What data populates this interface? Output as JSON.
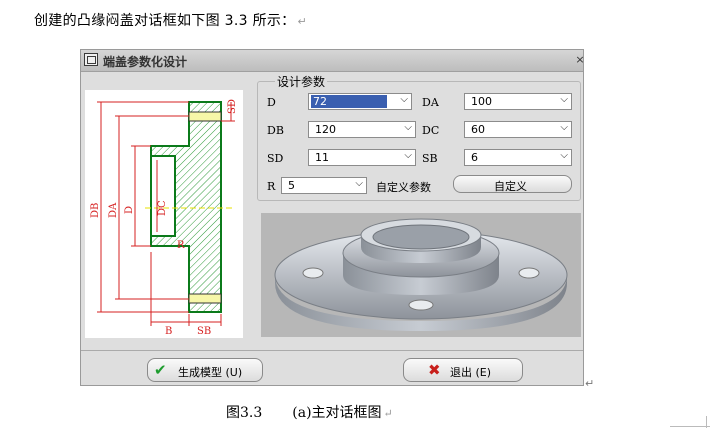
{
  "document": {
    "intro_text": "创建的凸缘闷盖对话框如下图 3.3 所示：",
    "para_mark": "↵",
    "caption_num": "图3.3",
    "caption_text": "(a)主对话框图",
    "return_mark": "↵"
  },
  "dialog": {
    "title": "端盖参数化设计",
    "close_label": "×",
    "group_title": "设计参数",
    "params": {
      "D": {
        "label": "D",
        "value": "72"
      },
      "DA": {
        "label": "DA",
        "value": "100"
      },
      "DB": {
        "label": "DB",
        "value": "120"
      },
      "DC": {
        "label": "DC",
        "value": "60"
      },
      "SD": {
        "label": "SD",
        "value": "11"
      },
      "SB": {
        "label": "SB",
        "value": "6"
      },
      "R": {
        "label": "R",
        "value": "5"
      }
    },
    "custom_label": "自定义参数",
    "custom_button": "自定义",
    "generate_button": "生成模型 (U)",
    "exit_button": "退出 (E)",
    "drawing_labels": [
      "SD",
      "DB",
      "DA",
      "D",
      "DC",
      "R",
      "B",
      "SB"
    ]
  },
  "colors": {
    "drawing_red": "#d62020",
    "hatch_green": "#2f9a3a",
    "centerline_yellow": "#e7e000",
    "selection_blue": "#3a5fb0",
    "check_green": "#1e9c2e",
    "cross_red": "#c8201c"
  }
}
